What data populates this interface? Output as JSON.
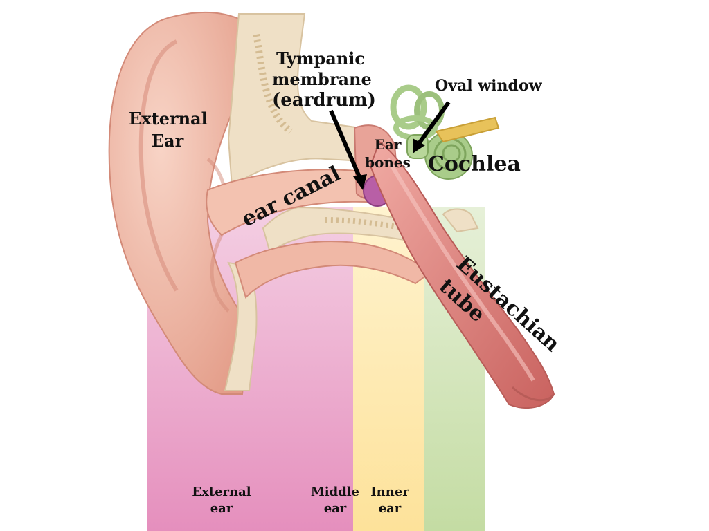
{
  "labels": {
    "tympanic_line1": "Tympanic",
    "tympanic_line2": "membrane",
    "tympanic_line3": "(eardrum)",
    "external_ear_line1": "External",
    "external_ear_line2": "Ear",
    "oval_window": "Oval window",
    "ear_bones_line1": "Ear",
    "ear_bones_line2": "bones",
    "cochlea": "Cochlea",
    "ear_canal": "ear canal",
    "eustachian": "Eustachian",
    "tube": "tube"
  },
  "zones": {
    "external_line1": "External",
    "external_line2": "ear",
    "middle_line1": "Middle",
    "middle_line2": "ear",
    "inner_line1": "Inner",
    "inner_line2": "ear"
  },
  "colors": {
    "external_zone": "#e9a3c9",
    "middle_zone": "#fde6a1",
    "inner_zone": "#cfe2b2",
    "skin": "#f0b8a6",
    "bone": "#efe0c6",
    "cochlea": "#a9cc8a",
    "eardrum": "#b85fa6",
    "tube": "#de8a85"
  }
}
